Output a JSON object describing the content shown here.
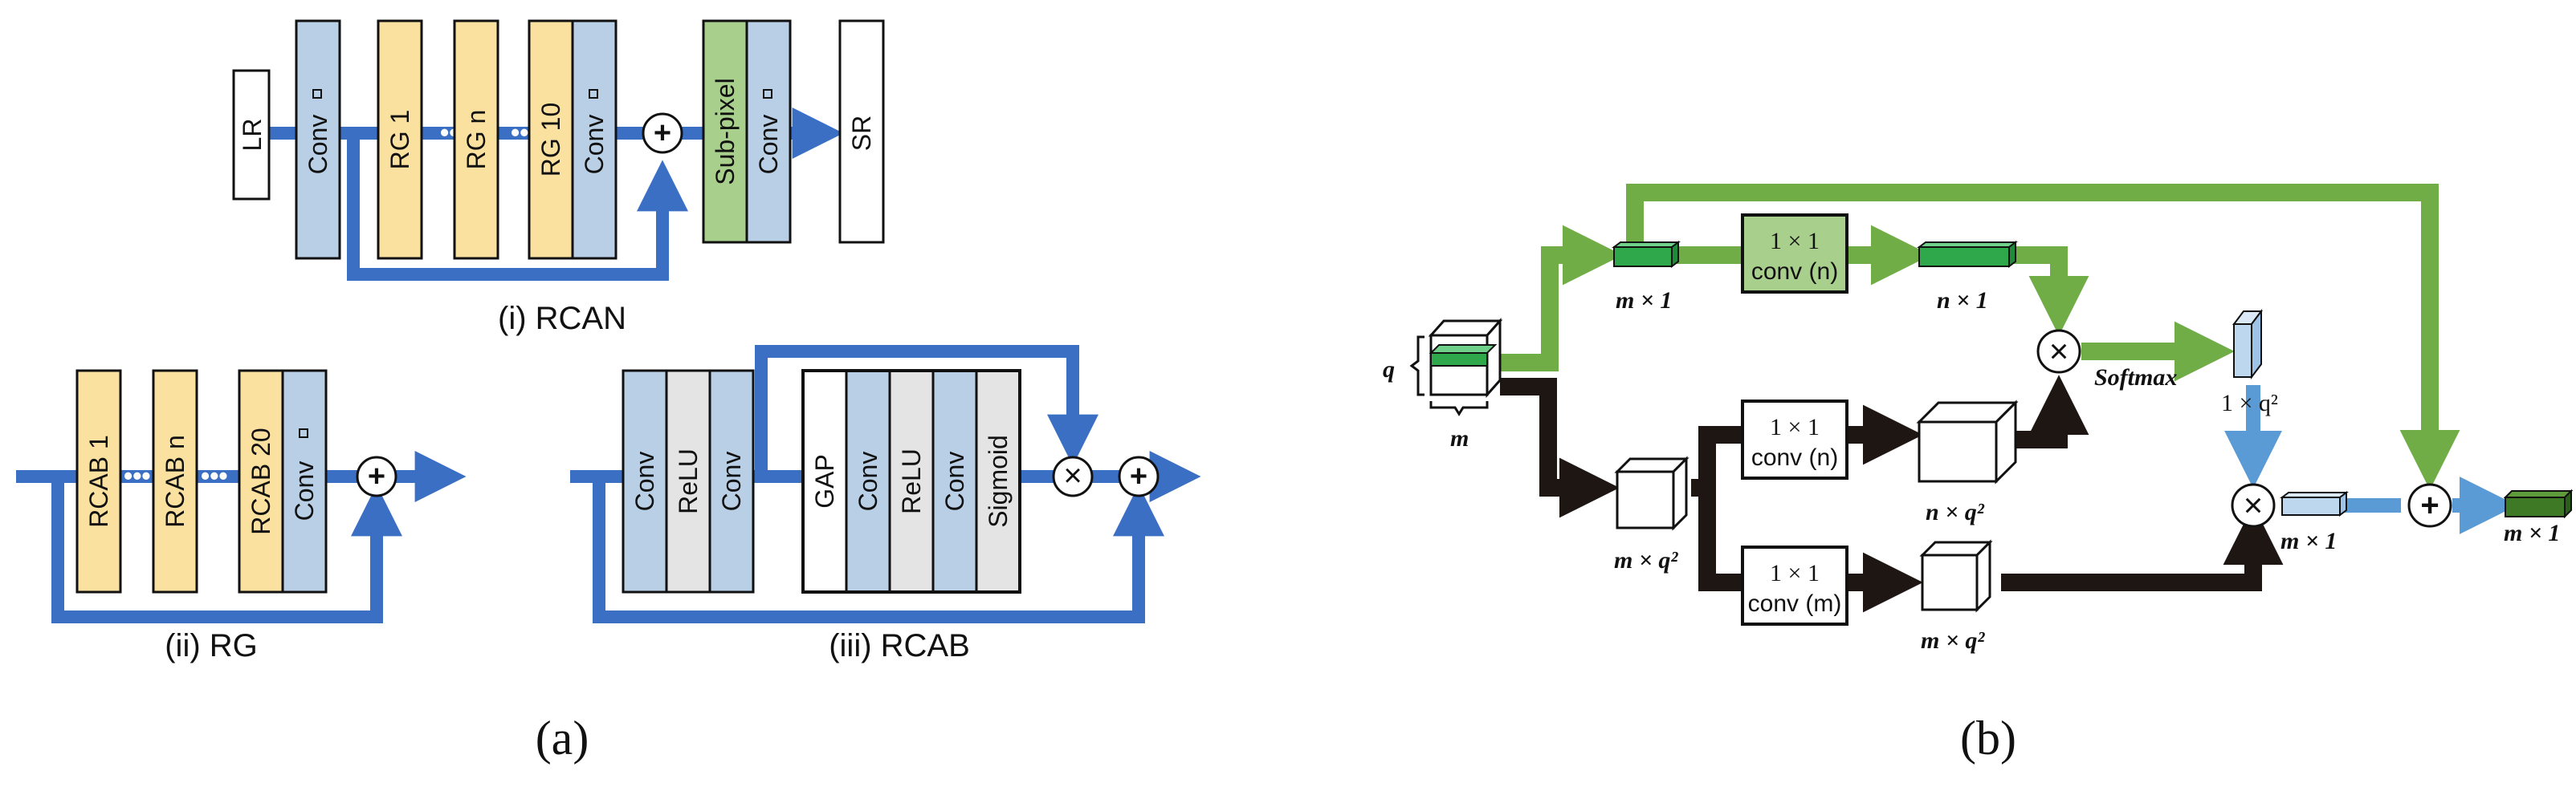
{
  "colors": {
    "blue_arrow": "#3a6fc4",
    "light_blue_arrow": "#5b9bd5",
    "green_arrow": "#70ad47",
    "dark_arrow": "#1e1612",
    "conv_fill": "#b8cfe6",
    "rg_fill": "#fbe1a0",
    "relu_fill": "#e4e4e4",
    "subpixel_fill": "#a8cf8c",
    "tensor_green": "#2ea84a",
    "tensor_light_blue": "#bdd7ee"
  },
  "panel_a": {
    "rcan": {
      "lr": "LR",
      "conv1": "Conv",
      "rg1": "RG 1",
      "rgn": "RG n",
      "rg10": "RG 10",
      "conv2": "Conv",
      "subpixel": "Sub-pixel",
      "conv3": "Conv",
      "sr": "SR",
      "caption": "(i) RCAN"
    },
    "rg": {
      "rcab1": "RCAB 1",
      "rcabn": "RCAB n",
      "rcab20": "RCAB 20",
      "conv": "Conv",
      "caption": "(ii) RG"
    },
    "rcab": {
      "conv1": "Conv",
      "relu1": "ReLU",
      "conv2": "Conv",
      "gap": "GAP",
      "conv3": "Conv",
      "relu2": "ReLU",
      "conv4": "Conv",
      "sigmoid": "Sigmoid",
      "caption": "(iii) RCAB"
    },
    "operators": {
      "plus": "+",
      "times": "×"
    },
    "label": "(a)"
  },
  "panel_b": {
    "q": "q",
    "m": "m",
    "m_times_1_a": "m × 1",
    "conv_n_top_1": "1 × 1",
    "conv_n_top_2": "conv (n)",
    "n_times_1": "n × 1",
    "softmax": "Softmax",
    "one_times_q2": "1 × q²",
    "m_times_q2_a": "m × q²",
    "conv_n_mid_1": "1 × 1",
    "conv_n_mid_2": "conv (n)",
    "n_times_q2": "n × q²",
    "conv_m_1": "1 × 1",
    "conv_m_2": "conv (m)",
    "m_times_q2_b": "m × q²",
    "m_times_1_b": "m × 1",
    "m_times_1_c": "m × 1",
    "label": "(b)"
  }
}
